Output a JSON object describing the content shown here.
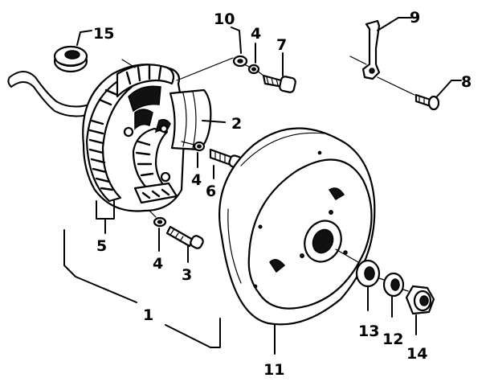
{
  "callouts": {
    "c1": "1",
    "c2": "2",
    "c3": "3",
    "c4a": "4",
    "c4b": "4",
    "c4c": "4",
    "c5": "5",
    "c6": "6",
    "c7": "7",
    "c8": "8",
    "c9": "9",
    "c10": "10",
    "c11": "11",
    "c12": "12",
    "c13": "13",
    "c14": "14",
    "c15": "15"
  }
}
